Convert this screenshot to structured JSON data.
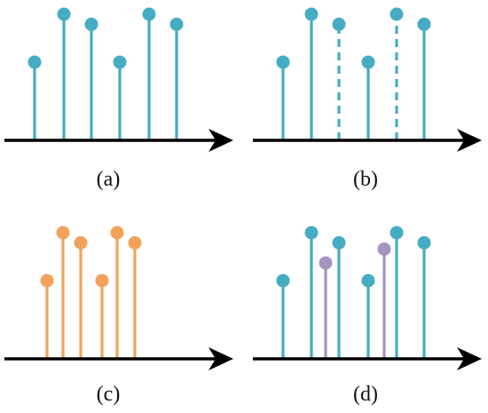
{
  "colors": {
    "blue": "#45acc4",
    "orange": "#f2a25b",
    "purple": "#a793c2",
    "axis": "#000000"
  },
  "panels": [
    {
      "label": "(a)",
      "stems": [
        {
          "height": 0.62,
          "color": "blue",
          "style": "solid"
        },
        {
          "height": 1.0,
          "color": "blue",
          "style": "solid"
        },
        {
          "height": 0.92,
          "color": "blue",
          "style": "solid"
        },
        {
          "height": 0.62,
          "color": "blue",
          "style": "solid"
        },
        {
          "height": 1.0,
          "color": "blue",
          "style": "solid"
        },
        {
          "height": 0.92,
          "color": "blue",
          "style": "solid"
        }
      ]
    },
    {
      "label": "(b)",
      "stems": [
        {
          "height": 0.62,
          "color": "blue",
          "style": "solid"
        },
        {
          "height": 1.0,
          "color": "blue",
          "style": "solid"
        },
        {
          "height": 0.92,
          "color": "blue",
          "style": "dashed"
        },
        {
          "height": 0.62,
          "color": "blue",
          "style": "solid"
        },
        {
          "height": 1.0,
          "color": "blue",
          "style": "dashed"
        },
        {
          "height": 0.92,
          "color": "blue",
          "style": "solid"
        }
      ]
    },
    {
      "label": "(c)",
      "stems": [
        {
          "height": 0.62,
          "color": "orange",
          "style": "solid"
        },
        {
          "height": 1.0,
          "color": "orange",
          "style": "solid"
        },
        {
          "height": 0.92,
          "color": "orange",
          "style": "solid"
        },
        {
          "height": 0.62,
          "color": "orange",
          "style": "solid"
        },
        {
          "height": 1.0,
          "color": "orange",
          "style": "solid"
        },
        {
          "height": 0.92,
          "color": "orange",
          "style": "solid"
        }
      ]
    },
    {
      "label": "(d)",
      "stems": [
        {
          "height": 0.62,
          "color": "blue",
          "style": "solid"
        },
        {
          "height": 1.0,
          "color": "blue",
          "style": "solid"
        },
        {
          "height": 0.76,
          "color": "purple",
          "style": "solid"
        },
        {
          "height": 0.92,
          "color": "blue",
          "style": "solid"
        },
        {
          "height": 0.62,
          "color": "blue",
          "style": "solid"
        },
        {
          "height": 0.87,
          "color": "purple",
          "style": "solid"
        },
        {
          "height": 1.0,
          "color": "blue",
          "style": "solid"
        },
        {
          "height": 0.92,
          "color": "blue",
          "style": "solid"
        }
      ]
    }
  ]
}
